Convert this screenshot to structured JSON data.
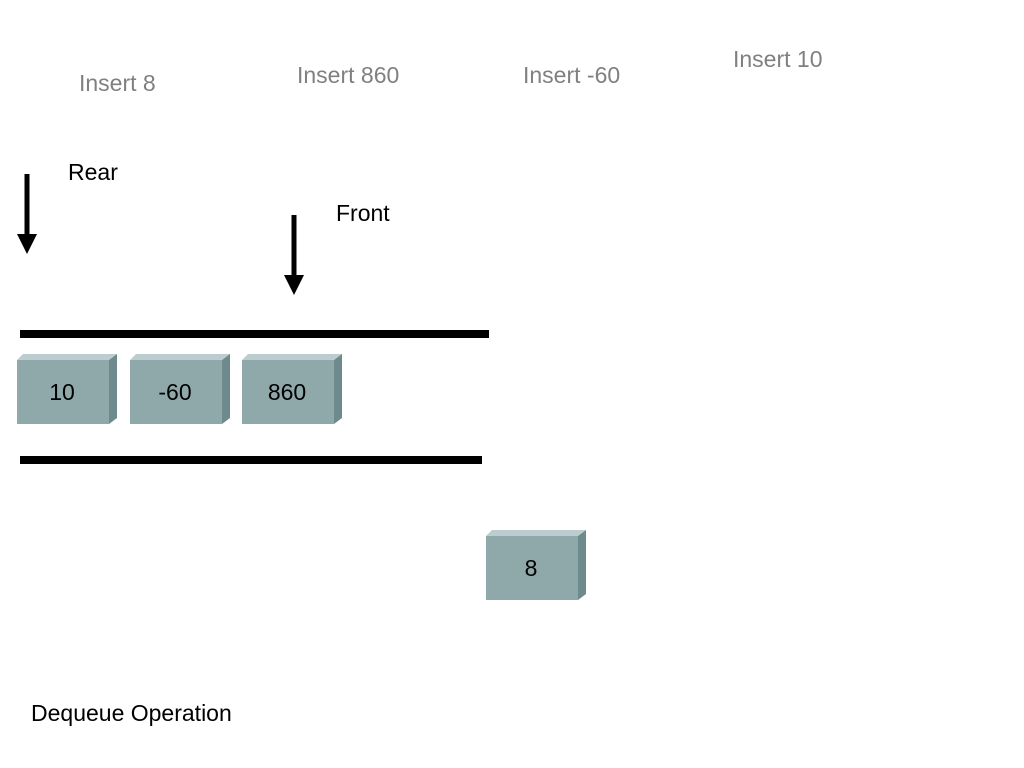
{
  "inserts": [
    {
      "label": "Insert 8"
    },
    {
      "label": "Insert 860"
    },
    {
      "label": "Insert -60"
    },
    {
      "label": "Insert 10"
    }
  ],
  "pointers": {
    "rear": "Rear",
    "front": "Front"
  },
  "queue": {
    "items": [
      "10",
      "-60",
      "860"
    ]
  },
  "dequeued": {
    "value": "8"
  },
  "caption": "Dequeue Operation",
  "colors": {
    "node_face": "#8fa9ab",
    "node_top": "#bccdcf",
    "node_side": "#6f8a8c",
    "insert_text": "#808080"
  }
}
